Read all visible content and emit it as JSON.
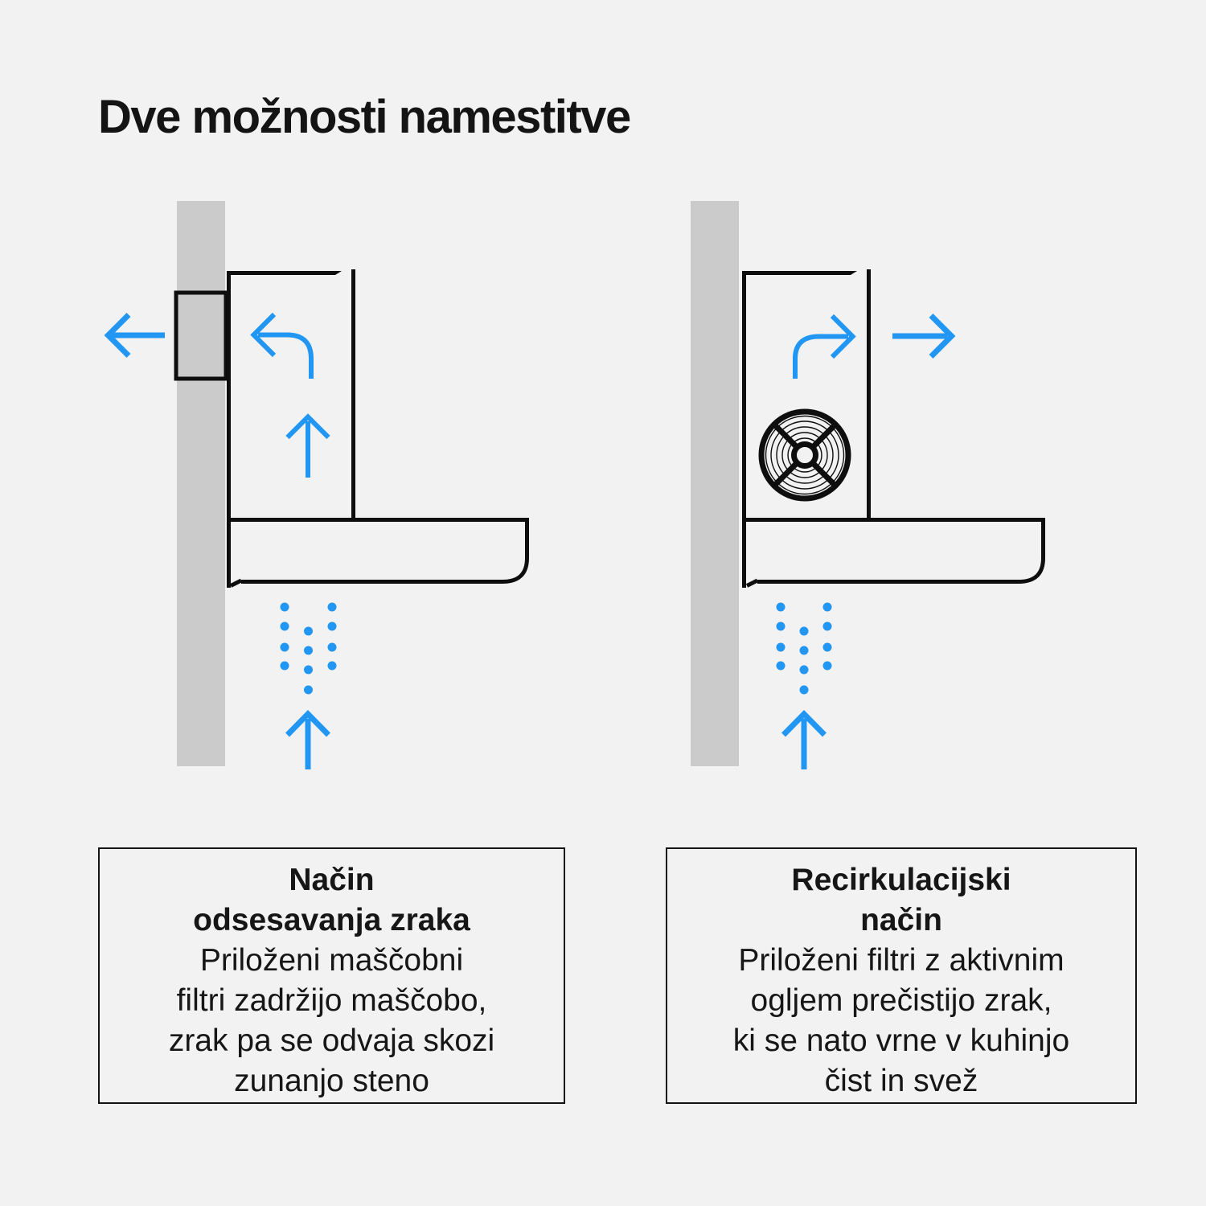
{
  "title": "Dve možnosti namestitve",
  "colors": {
    "background": "#F2F2F2",
    "accent_blue": "#2196F3",
    "wall_gray": "#CBCBCB",
    "line_black": "#0E0E0E"
  },
  "captions": {
    "left": {
      "heading_lines": [
        "Način",
        "odsesavanja zraka"
      ],
      "body_lines": [
        "Priloženi maščobni",
        "filtri zadržijo maščobo,",
        "zrak pa se odvaja skozi",
        "zunanjo steno"
      ]
    },
    "right": {
      "heading_lines": [
        "Recirkulacijski",
        "način"
      ],
      "body_lines": [
        "Priloženi filtri z aktivnim",
        "ogljem prečistijo zrak,",
        "ki se nato vrne v kuhinjo",
        "čist in svež"
      ]
    }
  }
}
